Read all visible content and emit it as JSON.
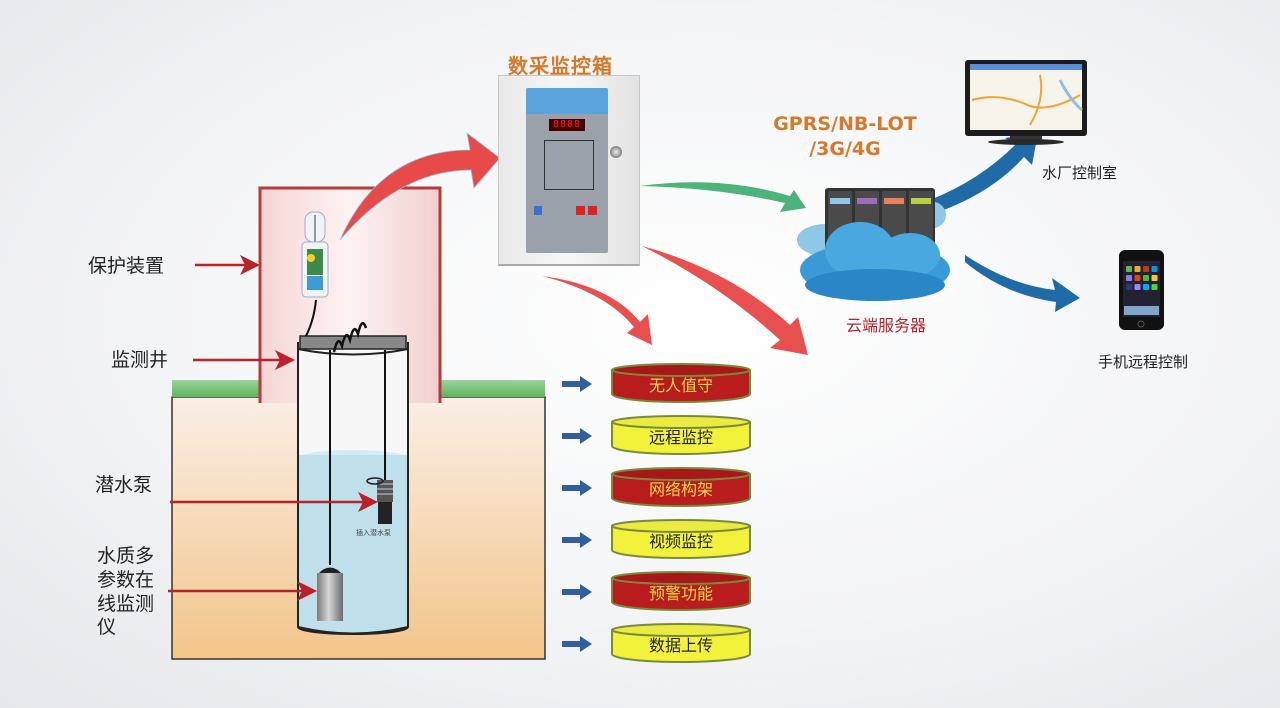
{
  "diagram": {
    "left_labels": {
      "protection": "保护装置",
      "well": "监测井",
      "pump": "潜水泵",
      "sensor_line1": "水质多",
      "sensor_line2": "参数在",
      "sensor_line3": "线监测",
      "sensor_line4": "仪"
    },
    "pump_tag": "插入潜水泵",
    "control_box": {
      "title": "数采监控箱",
      "display": "8888"
    },
    "network": {
      "line1": "GPRS/NB-LOT",
      "line2": "/3G/4G"
    },
    "cloud": {
      "label": "云端服务器",
      "server_colors": [
        "#8fc6e8",
        "#9c6cc0",
        "#e8805a",
        "#b6d13a"
      ]
    },
    "destinations": {
      "control_room": "水厂控制室",
      "mobile": "手机远程控制"
    },
    "features": [
      {
        "label": "无人值守",
        "style": "red"
      },
      {
        "label": "远程监控",
        "style": "yellow"
      },
      {
        "label": "网络构架",
        "style": "red"
      },
      {
        "label": "视频监控",
        "style": "yellow"
      },
      {
        "label": "预警功能",
        "style": "red"
      },
      {
        "label": "数据上传",
        "style": "yellow"
      }
    ],
    "colors": {
      "red_arrow": "#e84a4a",
      "green_arrow": "#4cb37a",
      "blue_arrow": "#1e6ba8",
      "feature_red": "#b81c1c",
      "feature_yellow": "#f2f23a",
      "feature_red_text": "#f5d84a",
      "feature_yellow_text": "#222222"
    }
  }
}
